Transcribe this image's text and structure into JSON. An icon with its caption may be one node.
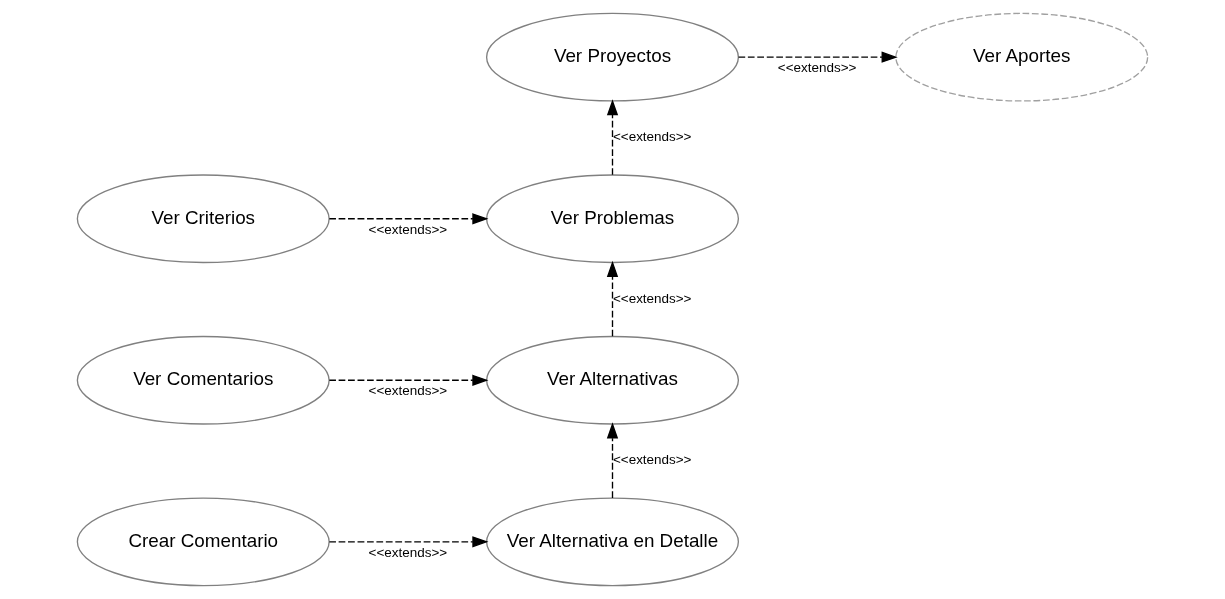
{
  "diagram": {
    "nodes": [
      {
        "text": [
          "Ver Aportes"
        ]
      },
      {
        "text": [
          "Ver Proyectos"
        ]
      },
      {
        "text": [
          "Ver Criterios"
        ]
      },
      {
        "text": [
          "Ver Problemas"
        ]
      },
      {
        "text": [
          "Ver Alternativas"
        ]
      },
      {
        "text": [
          "Ver Comentarios"
        ]
      },
      {
        "text": [
          "Ver Alternativa en Detalle"
        ]
      },
      {
        "text": [
          "Crear Comentario"
        ]
      }
    ],
    "edges": [
      {
        "from": 1,
        "to": 0,
        "arrow": "to",
        "style": "dashed",
        "label": "<<extends>>"
      },
      {
        "from": 3,
        "to": 1,
        "arrow": "to",
        "style": "dashed",
        "label": "<<extends>>"
      },
      {
        "from": 2,
        "to": 3,
        "arrow": "to",
        "style": "dashed",
        "label": "<<extends>>"
      },
      {
        "from": 4,
        "to": 3,
        "arrow": "to",
        "style": "dashed",
        "label": "<<extends>>"
      },
      {
        "from": 5,
        "to": 4,
        "arrow": "to",
        "style": "dashed",
        "label": "<<extends>>"
      },
      {
        "from": 6,
        "to": 4,
        "arrow": "to",
        "style": "dashed",
        "label": "<<extends>>"
      },
      {
        "from": 7,
        "to": 6,
        "arrow": "to",
        "style": "dashed",
        "label": "<<extends>>"
      }
    ]
  }
}
